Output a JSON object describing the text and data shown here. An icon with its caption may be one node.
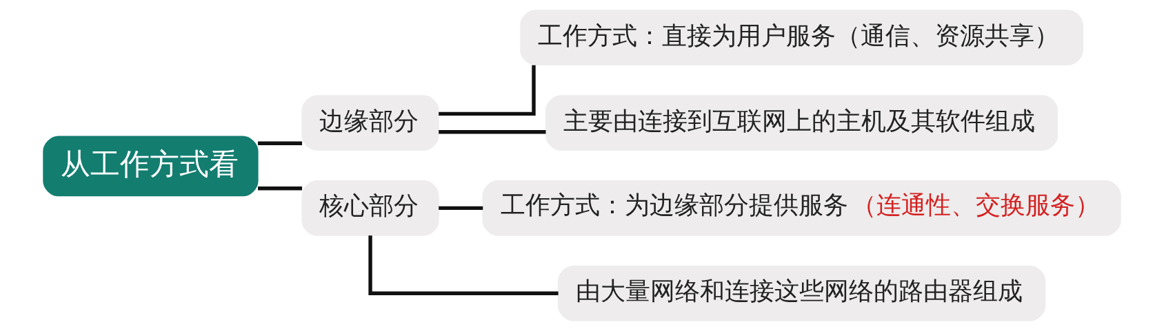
{
  "diagram": {
    "nodes": [
      {
        "text": [
          "从工作方式看"
        ]
      },
      {
        "text": [
          "边缘部分"
        ]
      },
      {
        "text": [
          "工作方式：直接为用户服务（通信、资源共享）"
        ]
      },
      {
        "text": [
          "主要由连接到互联网上的主机及其软件组成"
        ]
      },
      {
        "text": [
          "核心部分"
        ]
      },
      {
        "text": [
          "工作方式：为边缘部分提供服务",
          "（连通性、交换服务）"
        ]
      },
      {
        "text": [
          "由大量网络和连接这些网络的路由器组成"
        ]
      }
    ],
    "edges": [
      {
        "from": 0,
        "to": 1,
        "arrow": "none"
      },
      {
        "from": 0,
        "to": 4,
        "arrow": "none"
      },
      {
        "from": 1,
        "to": 2,
        "arrow": "none"
      },
      {
        "from": 1,
        "to": 3,
        "arrow": "none"
      },
      {
        "from": 4,
        "to": 5,
        "arrow": "none"
      },
      {
        "from": 4,
        "to": 6,
        "arrow": "none"
      }
    ]
  }
}
